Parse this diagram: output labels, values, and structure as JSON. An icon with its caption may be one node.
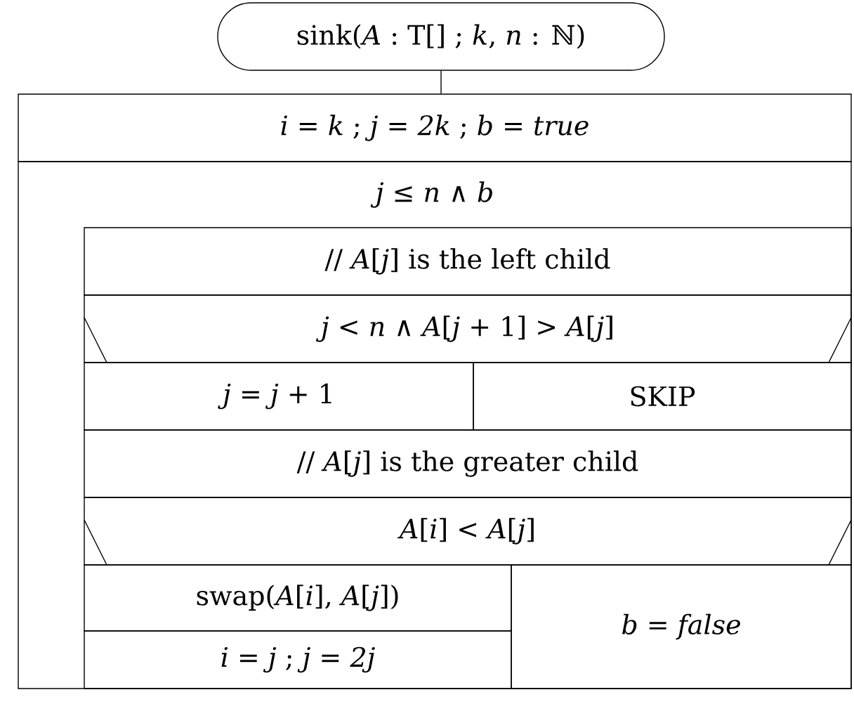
{
  "diagram": {
    "nodes": [
      {
        "text": [
          "sink(*A* : T[] ; *k*, *n* : ℕ)"
        ]
      },
      {
        "text": [
          "*i* = *k* ; *j* = *2k* ; *b* = *true*"
        ]
      },
      {
        "text": [
          "*j* ≤ *n* ∧ *b*"
        ]
      },
      {
        "text": [
          "// *A*[*j*] is the left child"
        ],
        "in": 2
      },
      {
        "text": [
          "*j* < *n* ∧ *A*[*j* + 1] > *A*[*j*]"
        ],
        "in": 2
      },
      {
        "text": [
          "*j* = *j* + 1"
        ],
        "in": 2
      },
      {
        "text": [
          "SKIP"
        ],
        "in": 2
      },
      {
        "text": [
          "// *A*[*j*] is the greater child"
        ],
        "in": 2
      },
      {
        "text": [
          "*A*[*i*] < *A*[*j*]"
        ],
        "in": 2
      },
      {
        "text": [
          "swap(*A*[*i*], *A*[*j*])"
        ],
        "in": 2
      },
      {
        "text": [
          "*i* = *j* ; *j* = *2j*"
        ],
        "in": 2
      },
      {
        "text": [
          "*b* = *false*"
        ],
        "in": 2
      }
    ],
    "edges": [
      {
        "from": 0,
        "to": 1,
        "arrow": "none"
      }
    ]
  }
}
